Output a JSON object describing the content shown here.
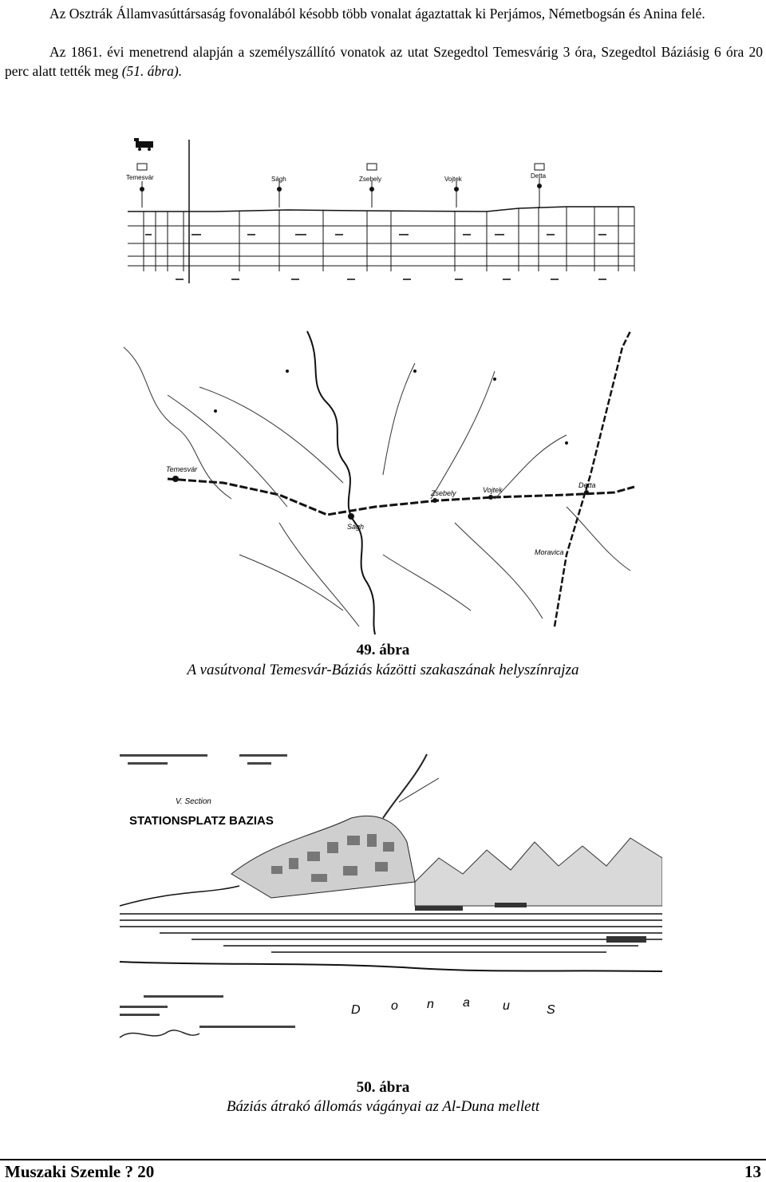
{
  "paragraphs": {
    "p1": "Az Osztrák Államvasúttársaság fovonalából késobb több vonalat ágaztattak ki Perjámos, Németbogsán és Anina felé.",
    "p2_main": "Az 1861. évi menetrend alapján a személyszállító vonatok az utat Szegedtol Temesvárig 3 óra, Szegedtol Báziásig 6 óra 20 perc alatt tették meg ",
    "p2_ref": "(51. ábra)."
  },
  "figure49": {
    "profile_station_labels": [
      "Temesvár",
      "Ságh",
      "Zsebely",
      "Vojtek",
      "Detta"
    ],
    "map_place_labels": [
      "Temesvár",
      "Ságh",
      "Zsebely",
      "Vojtek",
      "Detta",
      "Moravica"
    ],
    "number": "49. ábra",
    "caption": "A vasútvonal Temesvár-Báziás kázötti szakaszának helyszínrajza"
  },
  "figure50": {
    "title": "STATIONSPLATZ BAZIAS",
    "section": "V. Section",
    "river_letters": [
      "D",
      "o",
      "n",
      "a",
      "u",
      "S"
    ],
    "number": "50. ábra",
    "caption": "Báziás átrakó állomás vágányai az Al-Duna mellett"
  },
  "footer": {
    "journal": "Muszaki Szemle ? 20",
    "page": "13"
  }
}
